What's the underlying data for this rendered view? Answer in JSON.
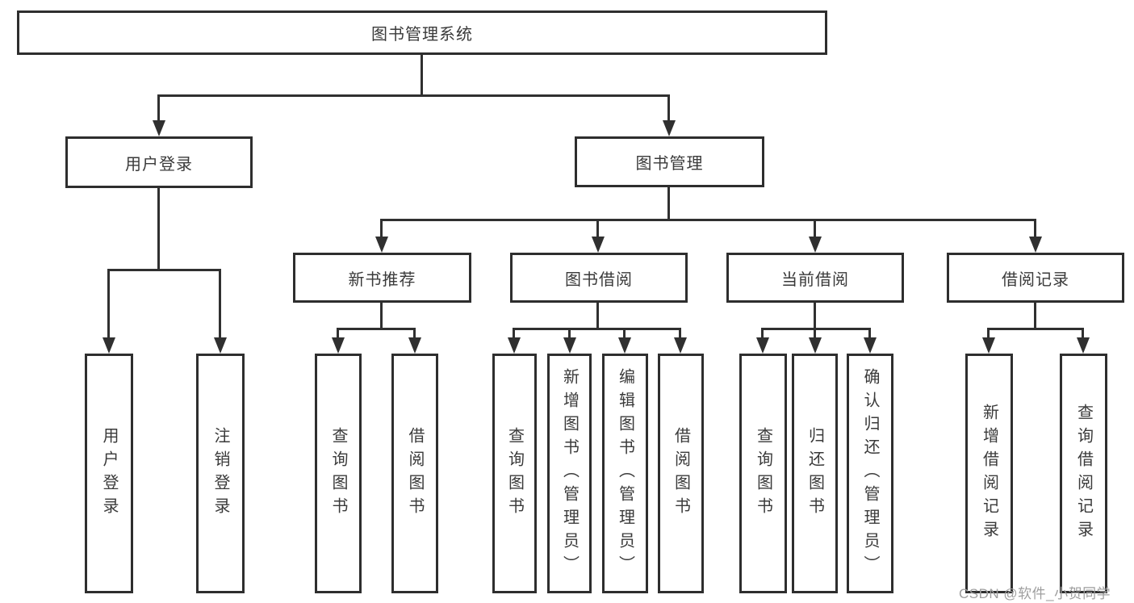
{
  "nodes": {
    "root": "图书管理系统",
    "user_login": "用户登录",
    "book_mgmt": "图书管理",
    "new_book_rec": "新书推荐",
    "book_borrow": "图书借阅",
    "current_borrow": "当前借阅",
    "borrow_records": "借阅记录"
  },
  "leaves": [
    {
      "label": "用户登录"
    },
    {
      "label": "注销登录"
    },
    {
      "label": "查询图书"
    },
    {
      "label": "借阅图书"
    },
    {
      "label": "查询图书"
    },
    {
      "label": "新增图书（管理员）"
    },
    {
      "label": "编辑图书（管理员）"
    },
    {
      "label": "借阅图书"
    },
    {
      "label": "查询图书"
    },
    {
      "label": "归还图书"
    },
    {
      "label": "确认归还（管理员）"
    },
    {
      "label": "新增借阅记录"
    },
    {
      "label": "查询借阅记录"
    }
  ],
  "watermark": "CSDN @软件_小贺同学",
  "colors": {
    "border": "#2e2e2e",
    "line": "#303030",
    "text": "#3a3a3a",
    "watermark": "#9e9e9e",
    "background": "#ffffff"
  }
}
